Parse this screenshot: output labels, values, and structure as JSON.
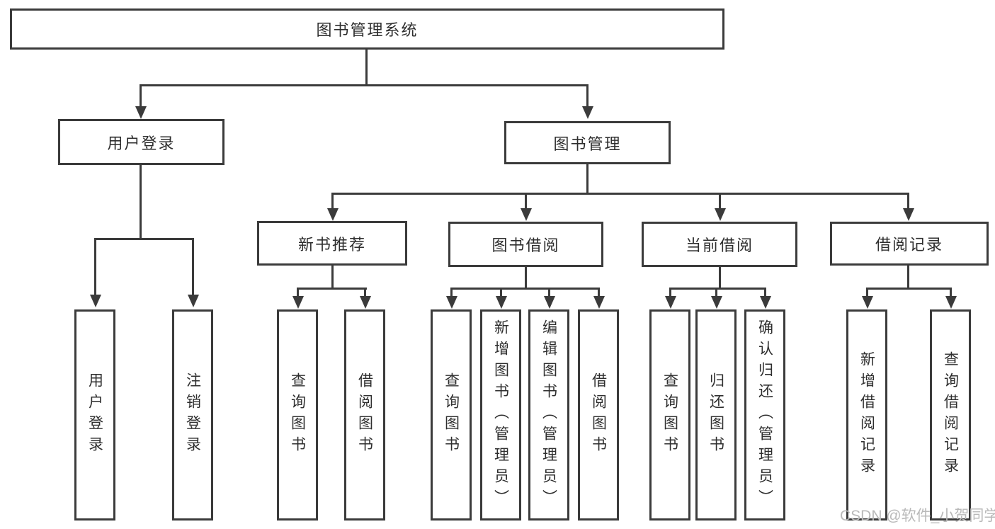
{
  "diagram": {
    "type": "hierarchy-tree",
    "orientation": "top-down",
    "tree": {
      "root": {
        "label": "图书管理系统",
        "children": [
          {
            "label": "用户登录",
            "children": [
              {
                "label": "用户登录"
              },
              {
                "label": "注销登录"
              }
            ]
          },
          {
            "label": "图书管理",
            "children": [
              {
                "label": "新书推荐",
                "children": [
                  {
                    "label": "查询图书"
                  },
                  {
                    "label": "借阅图书"
                  }
                ]
              },
              {
                "label": "图书借阅",
                "children": [
                  {
                    "label": "查询图书"
                  },
                  {
                    "label": "新增图书（管理员）"
                  },
                  {
                    "label": "编辑图书（管理员）"
                  },
                  {
                    "label": "借阅图书"
                  }
                ]
              },
              {
                "label": "当前借阅",
                "children": [
                  {
                    "label": "查询图书"
                  },
                  {
                    "label": "归还图书"
                  },
                  {
                    "label": "确认归还（管理员）"
                  }
                ]
              },
              {
                "label": "借阅记录",
                "children": [
                  {
                    "label": "新增借阅记录"
                  },
                  {
                    "label": "查询借阅记录"
                  }
                ]
              }
            ]
          }
        ]
      }
    },
    "colors": {
      "line": "#3b3b3b",
      "text": "#2e2e2e",
      "box_fill": "#ffffff",
      "background": "#ffffff"
    }
  },
  "watermark": {
    "text": "CSDN @软件_小贺同学",
    "color": "#b9b9b9"
  }
}
